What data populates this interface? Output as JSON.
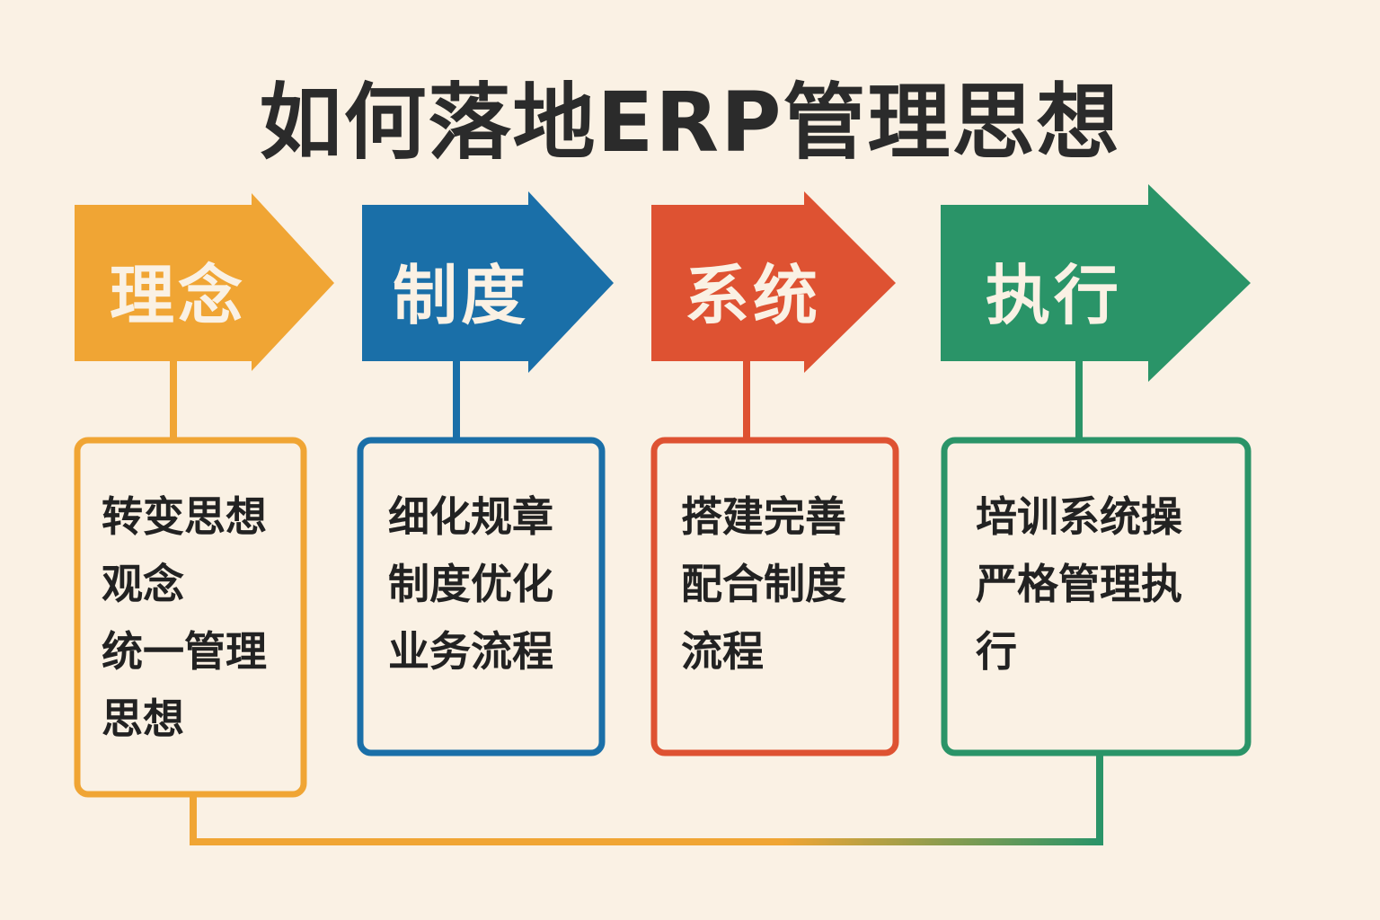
{
  "title": "如何落地ERP管理思想",
  "colors": {
    "background": "#FAF1E4",
    "orange": "#F0A534",
    "blue": "#1A6FA8",
    "red": "#DE5232",
    "green": "#2A9468"
  },
  "steps": [
    {
      "label": "理念",
      "lines": [
        "转变思想",
        "观念",
        "统一管理",
        "思想"
      ]
    },
    {
      "label": "制度",
      "lines": [
        "细化规章",
        "制度优化",
        "业务流程"
      ]
    },
    {
      "label": "系统",
      "lines": [
        "搭建完善",
        "配合制度",
        "流程"
      ]
    },
    {
      "label": "执行",
      "lines": [
        "培训系统操",
        "严格管理执",
        "行"
      ]
    }
  ]
}
